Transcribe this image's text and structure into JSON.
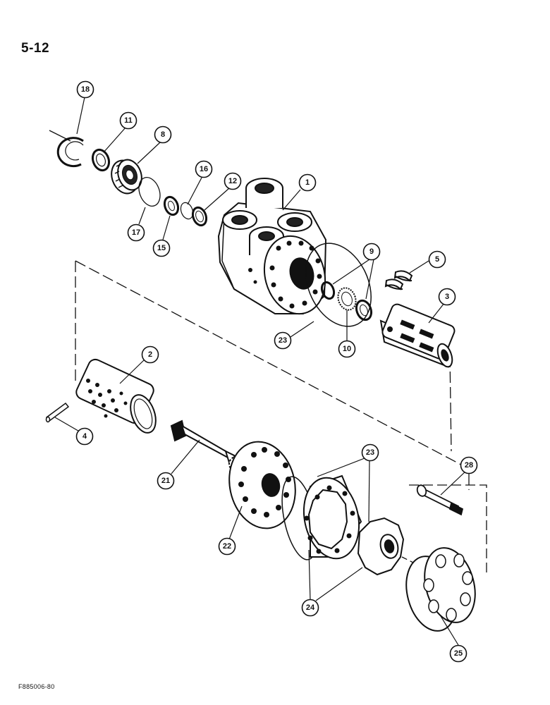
{
  "page_number": "5-12",
  "figure_code": "F885006-80",
  "callouts": [
    {
      "label": "18"
    },
    {
      "label": "11"
    },
    {
      "label": "8"
    },
    {
      "label": "16"
    },
    {
      "label": "12"
    },
    {
      "label": "1"
    },
    {
      "label": "17"
    },
    {
      "label": "15"
    },
    {
      "label": "9"
    },
    {
      "label": "5"
    },
    {
      "label": "3"
    },
    {
      "label": "23"
    },
    {
      "label": "10"
    },
    {
      "label": "2"
    },
    {
      "label": "4"
    },
    {
      "label": "21"
    },
    {
      "label": "23"
    },
    {
      "label": "28"
    },
    {
      "label": "22"
    },
    {
      "label": "24"
    },
    {
      "label": "25"
    }
  ]
}
